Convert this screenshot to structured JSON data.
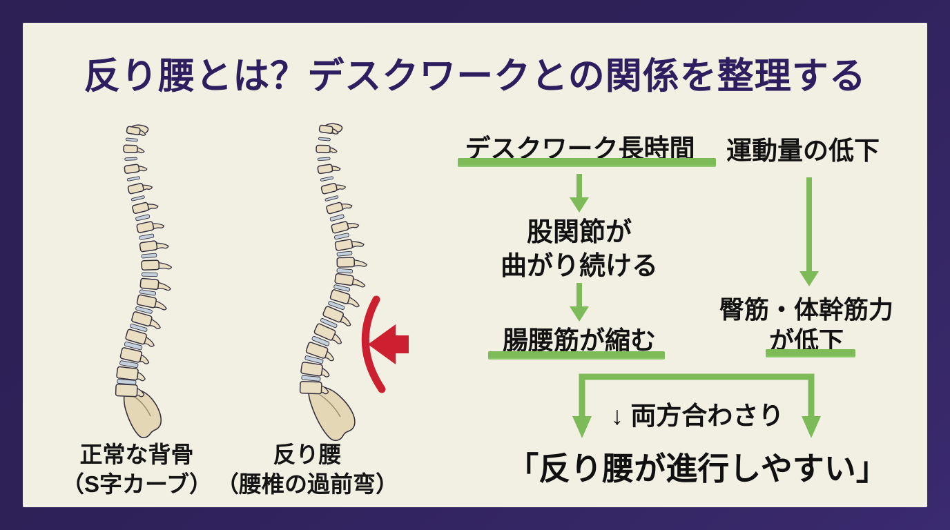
{
  "title": "反り腰とは？デスクワークとの関係を整理する",
  "spine_labels": {
    "normal_line1": "正常な背骨",
    "normal_line2": "（S字カーブ）",
    "sway_line1": "反り腰",
    "sway_line2": "（腰椎の過前弯）"
  },
  "flow": {
    "desk_long_hours": "デスクワーク長時間",
    "less_exercise": "運動量の低下",
    "hip_line1": "股関節が",
    "hip_line2": "曲がり続ける",
    "psoas_shortens": "腸腰筋が縮む",
    "glute_core_line1": "臀筋・体幹筋力",
    "glute_core_line2": "が低下",
    "merge_label": "↓ 両方合わさり",
    "result": "「反り腰が進行しやすい」"
  },
  "colors": {
    "accent_green": "#7cbb58",
    "arrow_red": "#cc2030",
    "frame_purple": "#2e2159",
    "panel_cream": "#f2f0e3",
    "title_purple": "#2e1d5f",
    "bone": "#eadfc3",
    "disc": "#c6d1de"
  }
}
